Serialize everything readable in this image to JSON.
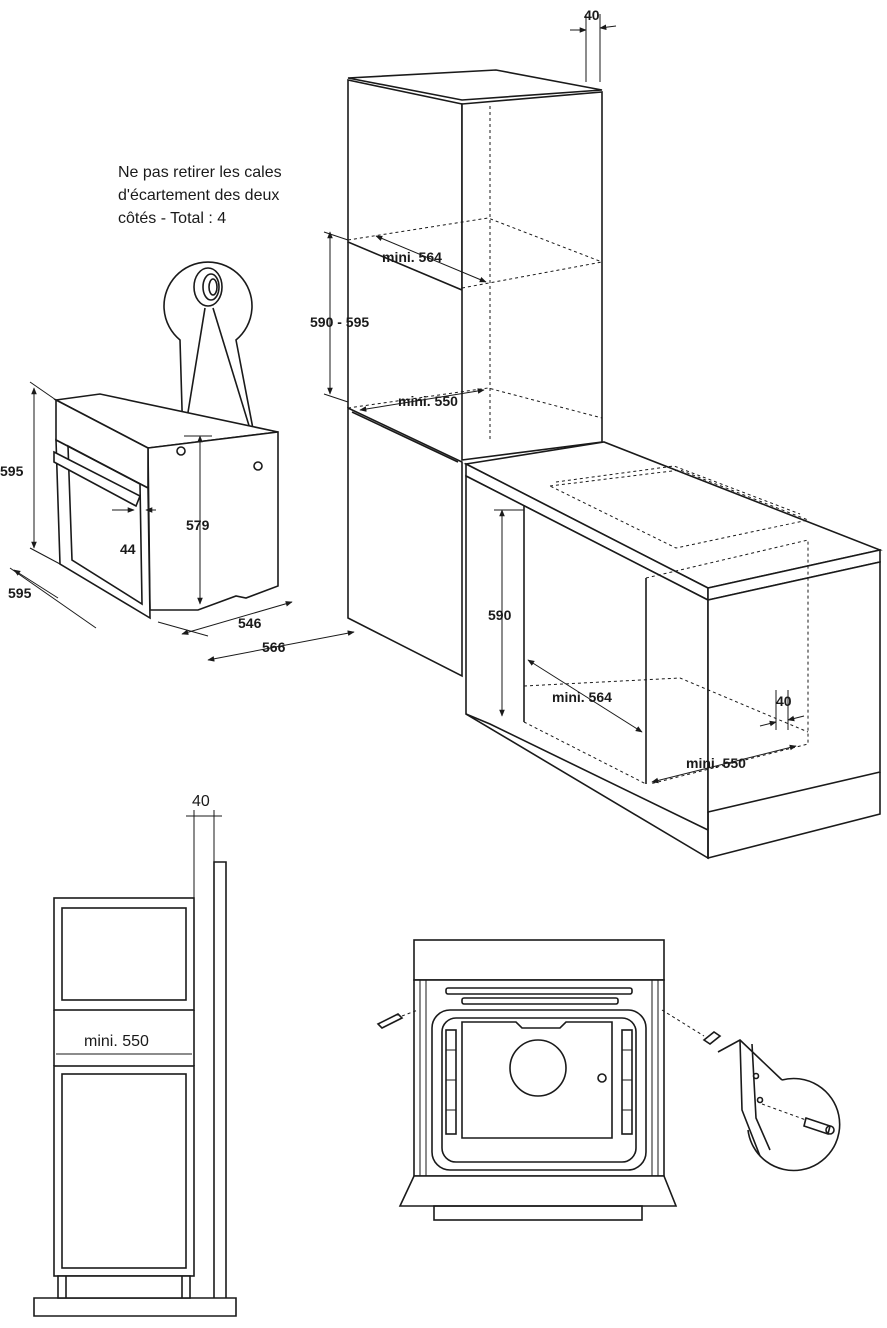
{
  "note": {
    "line1": "Ne pas retirer les cales",
    "line2": "d'écartement des deux",
    "line3": "côtés - Total : 4"
  },
  "oven_dims": {
    "height": "595",
    "width": "595",
    "panel": "44",
    "inner_height": "579",
    "depth_body": "546",
    "depth_total": "566"
  },
  "column_dims": {
    "top_gap": "40",
    "upper_min_depth": "mini. 564",
    "niche_height": "590 - 595",
    "niche_min_depth": "mini. 550"
  },
  "under_counter_dims": {
    "niche_height": "590",
    "min_depth": "mini. 564",
    "rear_gap": "40",
    "min_depth_floor": "mini. 550"
  },
  "side_view": {
    "top_gap": "40",
    "min_depth": "mini. 550"
  }
}
